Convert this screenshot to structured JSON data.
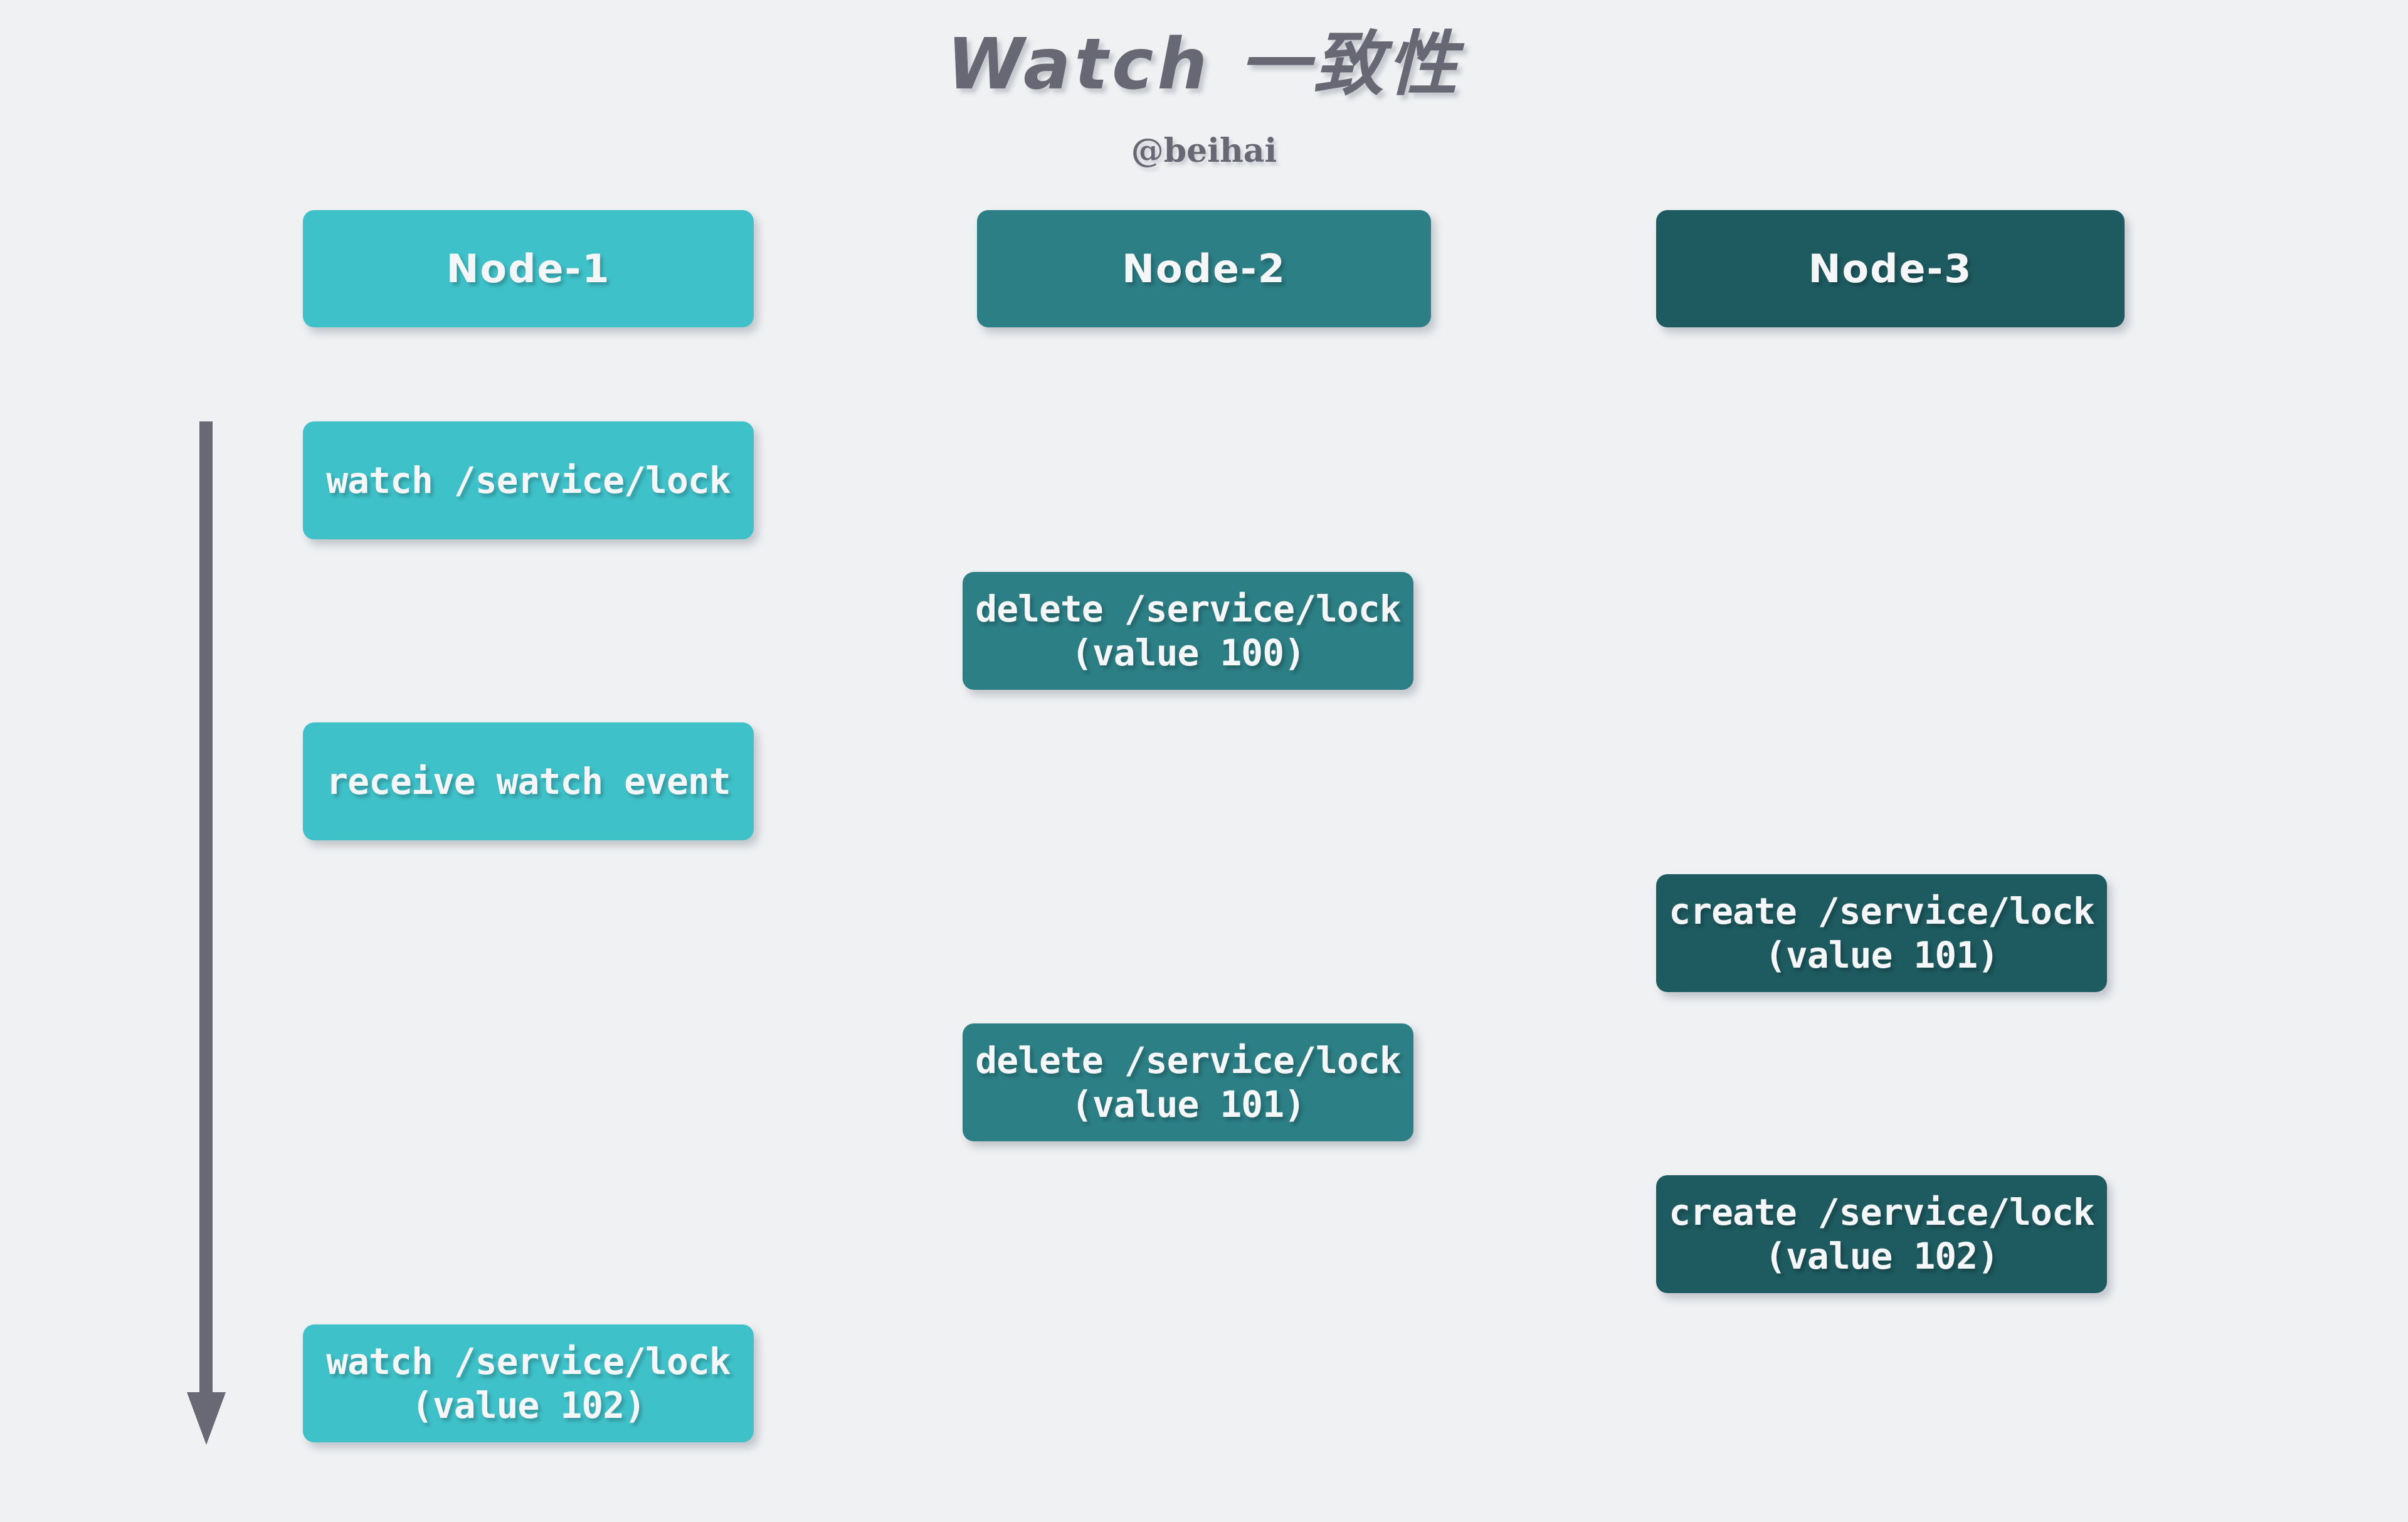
{
  "header": {
    "title": "Watch 一致性",
    "subtitle": "@beihai"
  },
  "colors": {
    "background": "#eff1f3",
    "node1": "#3fc1c9",
    "node2": "#2b7f85",
    "node3": "#1d5b60",
    "text_dark": "#686875",
    "text_light": "#f4f6f7",
    "arrow": "#696875"
  },
  "timeline": {
    "name": "time-axis-arrow",
    "direction": "down"
  },
  "columns": [
    {
      "id": "node-1",
      "header": "Node-1",
      "color_key": "node1",
      "events": [
        {
          "line1": "watch /service/lock",
          "line2": ""
        },
        {
          "line1": "receive watch event",
          "line2": ""
        },
        {
          "line1": "watch /service/lock",
          "line2": "(value 102)"
        }
      ]
    },
    {
      "id": "node-2",
      "header": "Node-2",
      "color_key": "node2",
      "events": [
        {
          "line1": "delete /service/lock",
          "line2": "(value 100)"
        },
        {
          "line1": "delete /service/lock",
          "line2": "(value 101)"
        }
      ]
    },
    {
      "id": "node-3",
      "header": "Node-3",
      "color_key": "node3",
      "events": [
        {
          "line1": "create /service/lock",
          "line2": "(value 101)"
        },
        {
          "line1": "create /service/lock",
          "line2": "(value 102)"
        }
      ]
    }
  ]
}
